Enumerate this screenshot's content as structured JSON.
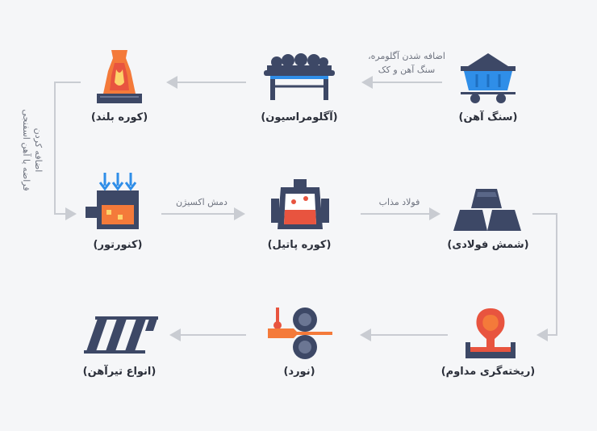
{
  "nodes": {
    "iron_ore": "(سنگ آهن)",
    "agglomeration": "(آگلومراسیون)",
    "blast_furnace": "(کوره بلند)",
    "converter": "(کنورتور)",
    "ladle_furnace": "(کوره پاتیل)",
    "steel_ingot": "(شمش فولادی)",
    "continuous_casting": "(ریخته‌گری مداوم)",
    "rolling": "(نورد)",
    "beams": "(انواع تیرآهن)"
  },
  "edges": {
    "add_agglomerate_line1": "اضافه شدن آگلومره،",
    "add_agglomerate_line2": "سنگ آهن و کک",
    "add_sponge_line1": "اضافه کردن",
    "add_sponge_line2": "قراضه یا آهن اسفنجی",
    "oxygen_blow": "دمش اکسیژن",
    "molten_steel": "فولاد مذاب"
  },
  "colors": {
    "dark": "#3d4866",
    "accent": "#e8543f",
    "orange": "#f47a3a",
    "blue": "#2f8ee8",
    "arrow": "#c9ccd2"
  }
}
